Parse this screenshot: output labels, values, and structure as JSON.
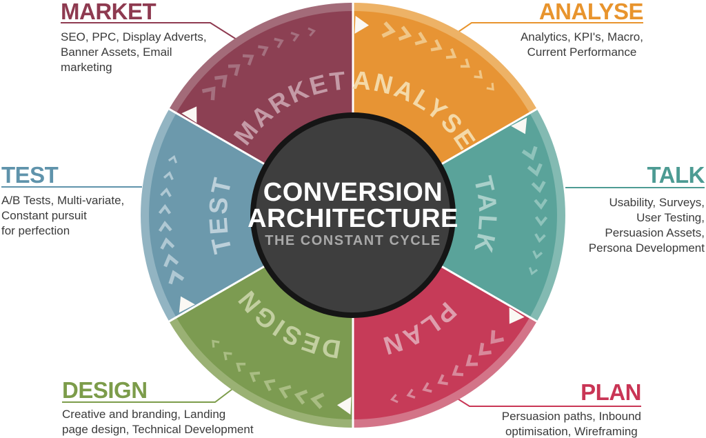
{
  "wheel": {
    "divider_color": "#FFFFFF",
    "arrow_color": "#FAF8F4"
  },
  "center": {
    "line1": "CONVERSION",
    "line2": "ARCHITECTURE",
    "subtitle": "THE CONSTANT CYCLE",
    "ring_color": "#151515",
    "fill_color": "#3E3E3E",
    "title_color": "#FFFFFF",
    "subtitle_color": "#A9A9A9"
  },
  "segments": [
    {
      "id": "market",
      "wheel_label": "MARKET",
      "title": "MARKET",
      "description": "SEO, PPC, Display Adverts,\nBanner Assets, Email\nmarketing",
      "fill": "#8C4053",
      "rim": "#A36B79",
      "chevron": "#A5707F",
      "label_color": "#C49AA6",
      "title_color": "#8E3A50"
    },
    {
      "id": "analyse",
      "wheel_label": "ANALYSE",
      "title": "ANALYSE",
      "description": "Analytics, KPI's, Macro,\nCurrent Performance",
      "fill": "#E79434",
      "rim": "#EDB266",
      "chevron": "#F0C687",
      "label_color": "#F4D9A8",
      "title_color": "#E8942D"
    },
    {
      "id": "talk",
      "wheel_label": "TALK",
      "title": "TALK",
      "description": "Usability, Surveys,\nUser Testing,\nPersuasion Assets,\nPersona Development",
      "fill": "#5AA39A",
      "rim": "#83BAB2",
      "chevron": "#8FC3BB",
      "label_color": "#A9D0CA",
      "title_color": "#4D9B93"
    },
    {
      "id": "plan",
      "wheel_label": "PLAN",
      "title": "PLAN",
      "description": "Persuasion paths, Inbound\noptimisation, Wireframing",
      "fill": "#C63B58",
      "rim": "#D37488",
      "chevron": "#D8899B",
      "label_color": "#DE9EAD",
      "title_color": "#C93555"
    },
    {
      "id": "design",
      "wheel_label": "DESIGN",
      "title": "DESIGN",
      "description": "Creative and branding, Landing\npage design, Technical Development",
      "fill": "#7C9B51",
      "rim": "#9AB174",
      "chevron": "#A9BD83",
      "label_color": "#C2CFA0",
      "title_color": "#7C9C4A"
    },
    {
      "id": "test",
      "wheel_label": "TEST",
      "title": "TEST",
      "description": "A/B Tests, Multi-variate,\nConstant pursuit\nfor perfection",
      "fill": "#6C99AC",
      "rim": "#92B4C2",
      "chevron": "#AFC8D3",
      "label_color": "#BCD0DA",
      "title_color": "#5F93AB"
    }
  ]
}
